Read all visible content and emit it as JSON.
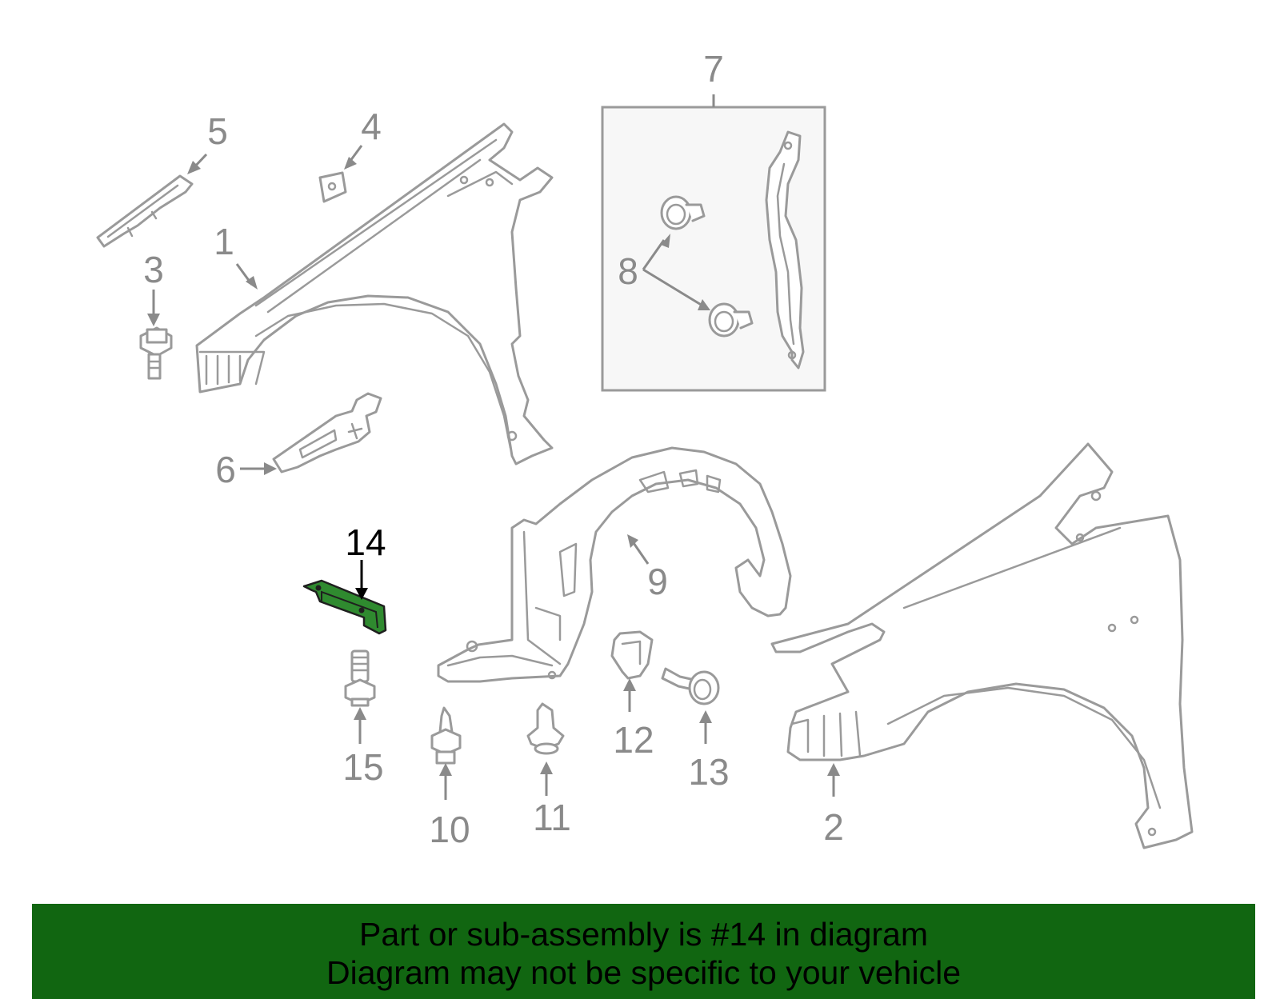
{
  "diagram": {
    "callouts": [
      {
        "id": "1",
        "label": "1"
      },
      {
        "id": "2",
        "label": "2"
      },
      {
        "id": "3",
        "label": "3"
      },
      {
        "id": "4",
        "label": "4"
      },
      {
        "id": "5",
        "label": "5"
      },
      {
        "id": "6",
        "label": "6"
      },
      {
        "id": "7",
        "label": "7"
      },
      {
        "id": "8",
        "label": "8"
      },
      {
        "id": "9",
        "label": "9"
      },
      {
        "id": "10",
        "label": "10"
      },
      {
        "id": "11",
        "label": "11"
      },
      {
        "id": "12",
        "label": "12"
      },
      {
        "id": "13",
        "label": "13"
      },
      {
        "id": "14",
        "label": "14"
      },
      {
        "id": "15",
        "label": "15"
      }
    ],
    "highlighted_part": "14"
  },
  "banner": {
    "line1": "Part or sub-assembly is #14 in diagram",
    "line2": "Diagram may not be specific to your vehicle"
  },
  "colors": {
    "highlight": "#2f8a2f",
    "banner_bg": "#116611",
    "line_art": "#9a9a9a",
    "callout_text": "#8a8a8a"
  }
}
